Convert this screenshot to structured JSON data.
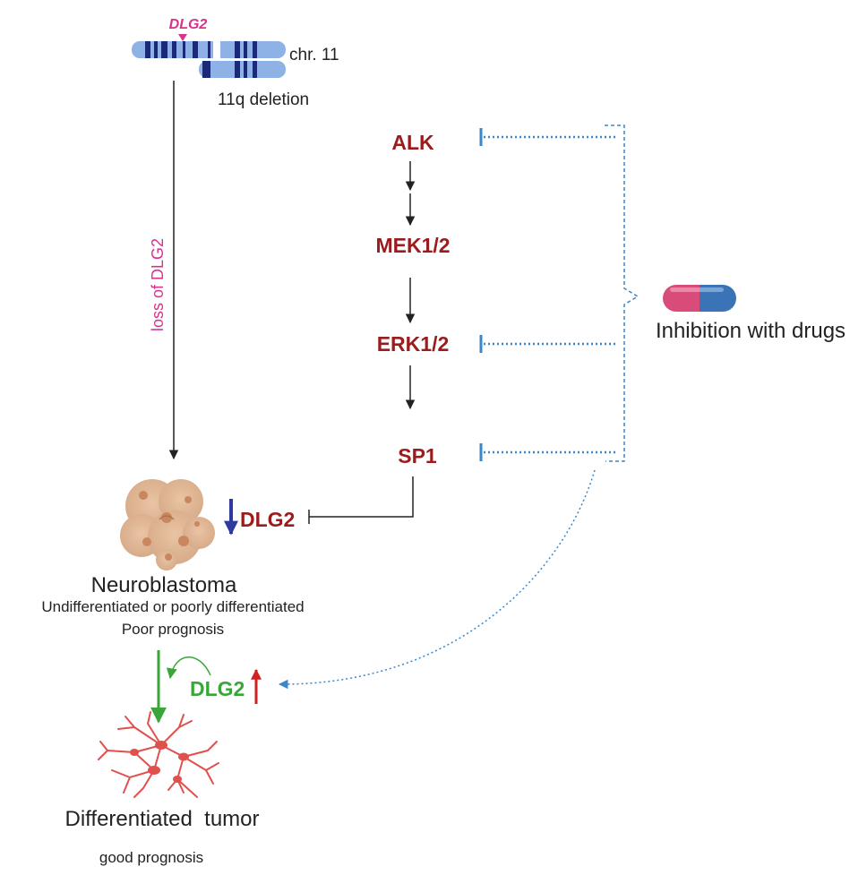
{
  "chromosome": {
    "gene_label": "DLG2",
    "chr_label": "chr. 11",
    "deletion_label": "11q deletion"
  },
  "loss_label": "loss of DLG2",
  "pathway": {
    "nodes": [
      "ALK",
      "MEK1/2",
      "ERK1/2",
      "SP1"
    ]
  },
  "drugs": {
    "label": "Inhibition with drugs"
  },
  "neuroblastoma": {
    "dlg2_down_label": "DLG2",
    "title": "Neuroblastoma",
    "subtitle": "Undifferentiated or poorly differentiated",
    "prognosis": "Poor prognosis"
  },
  "dlg2_up_label": "DLG2",
  "differentiated": {
    "title": "Differentiated  tumor",
    "prognosis": "good prognosis"
  },
  "colors": {
    "node_red": "#9b1c1c",
    "dlg2_magenta": "#d6338f",
    "inhibit_blue": "#3a86c8",
    "green": "#3aa63a",
    "down_arrow_blue": "#2f3aa0",
    "up_arrow_red": "#d02020"
  }
}
